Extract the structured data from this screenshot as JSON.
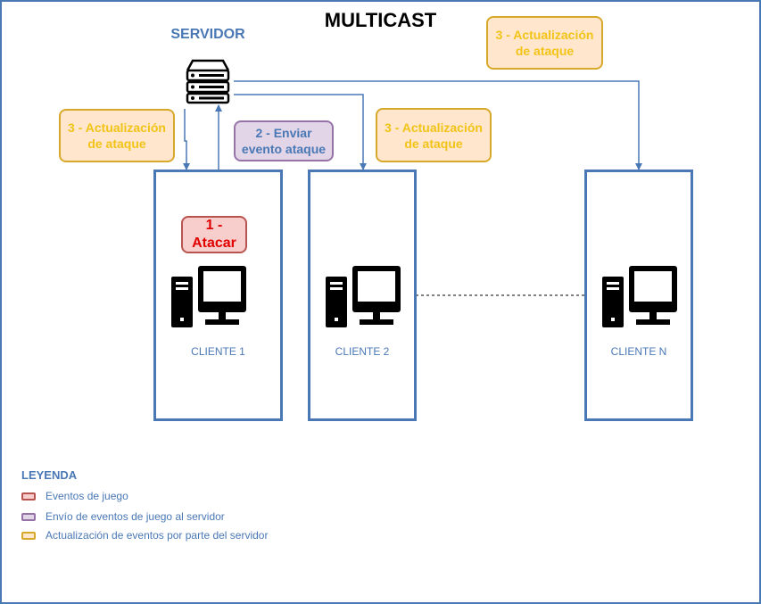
{
  "title": "MULTICAST",
  "server": {
    "label": "SERVIDOR",
    "icon": "server-icon"
  },
  "callouts": {
    "update_left": "3 - Actualización de ataque",
    "send_event": "2 - Enviar evento ataque",
    "update_middle": "3 - Actualización de ataque",
    "update_right": "3 - Actualización de ataque",
    "attack": "1 - Atacar"
  },
  "clients": [
    {
      "label": "CLIENTE 1",
      "icon": "desktop-computer-icon"
    },
    {
      "label": "CLIENTE 2",
      "icon": "desktop-computer-icon"
    },
    {
      "label": "CLIENTE N",
      "icon": "desktop-computer-icon"
    }
  ],
  "legend": {
    "title": "LEYENDA",
    "items": [
      {
        "label": "Eventos de juego",
        "fill": "#f8cecc",
        "stroke": "#b85450"
      },
      {
        "label": "Envío de eventos de juego al servidor",
        "fill": "#e1d5e7",
        "stroke": "#9673a6"
      },
      {
        "label": "Actualización de eventos por parte del servidor",
        "fill": "#ffe6cc",
        "stroke": "#d7a92b"
      }
    ]
  },
  "colors": {
    "frame": "#4a78b5",
    "connector": "#4a78b5",
    "update_text": "#f2c418",
    "attack_text": "#e00000"
  }
}
